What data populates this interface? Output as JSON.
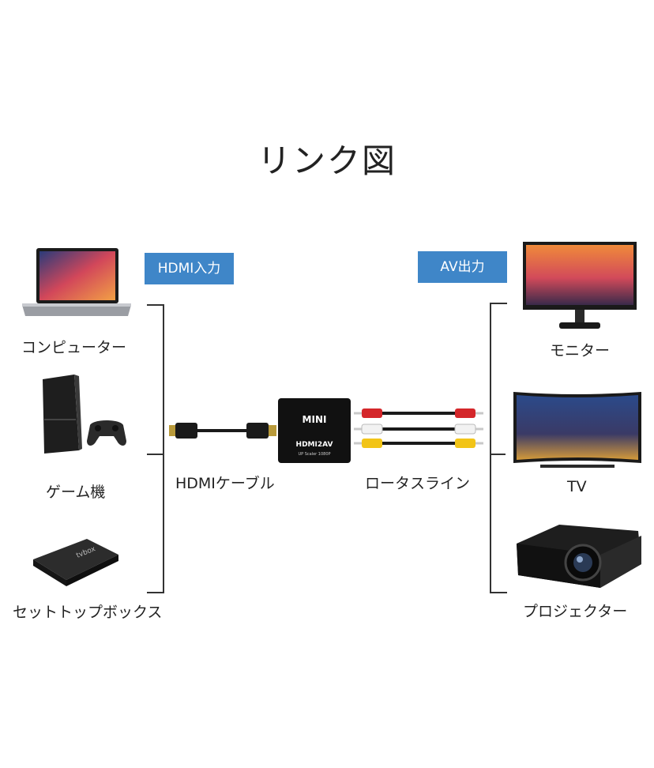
{
  "title": "リンク図",
  "input_tag": "HDMI入力",
  "output_tag": "AV出力",
  "sources": [
    {
      "label": "コンピューター",
      "icon": "laptop-icon"
    },
    {
      "label": "ゲーム機",
      "icon": "game-console-icon"
    },
    {
      "label": "セットトップボックス",
      "icon": "set-top-box-icon"
    }
  ],
  "outputs": [
    {
      "label": "モニター",
      "icon": "monitor-icon"
    },
    {
      "label": "TV",
      "icon": "tv-icon"
    },
    {
      "label": "プロジェクター",
      "icon": "projector-icon"
    }
  ],
  "cables": {
    "hdmi_label": "HDMIケーブル",
    "rca_label": "ロータスライン"
  },
  "converter": {
    "brand": "MINI",
    "model": "HDMI2AV",
    "subtitle": "UP Scaler 1080P"
  },
  "colors": {
    "tag_bg": "#3f86c8",
    "rca_red": "#d4262a",
    "rca_white": "#f2f2f2",
    "rca_yellow": "#f2c417"
  }
}
